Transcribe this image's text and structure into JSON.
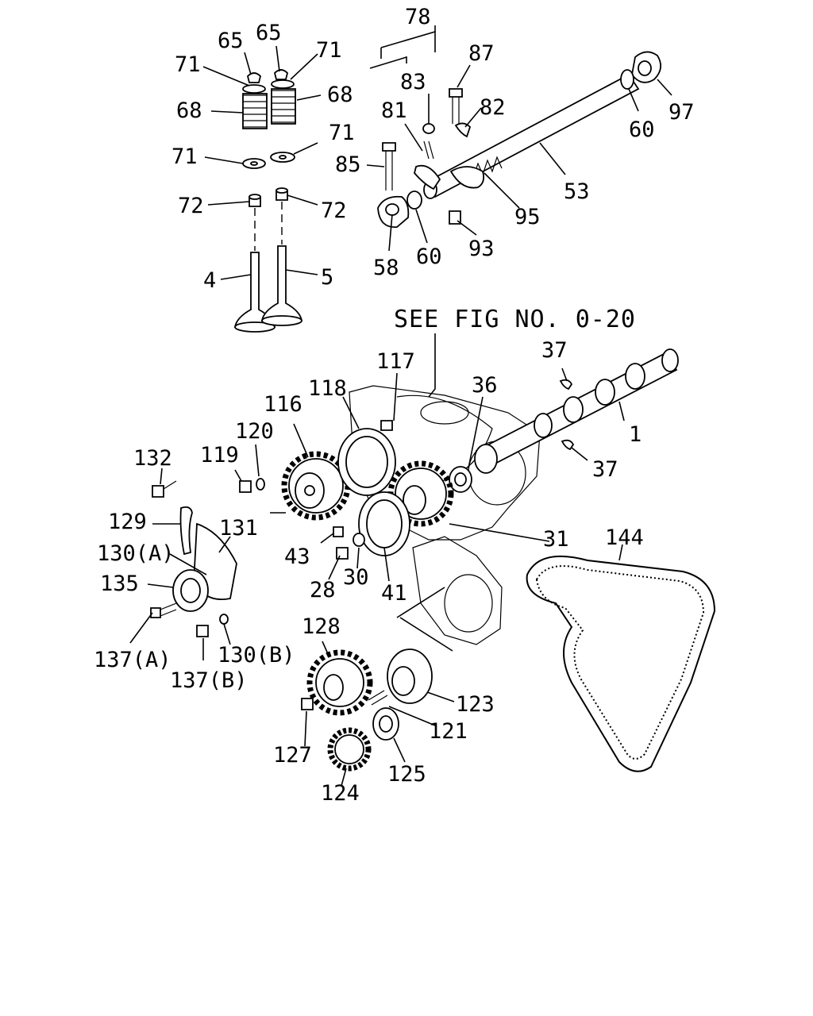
{
  "reference_note": "SEE FIG NO. 0-20",
  "callouts": {
    "c78": "78",
    "c65a": "65",
    "c65b": "65",
    "c71a": "71",
    "c71b": "71",
    "c68a": "68",
    "c68b": "68",
    "c71c": "71",
    "c71d": "71",
    "c72a": "72",
    "c72b": "72",
    "c4": "4",
    "c5": "5",
    "c83": "83",
    "c81": "81",
    "c87": "87",
    "c82": "82",
    "c85": "85",
    "c58": "58",
    "c60a": "60",
    "c93": "93",
    "c95": "95",
    "c53": "53",
    "c60b": "60",
    "c97": "97",
    "c37a": "37",
    "c36": "36",
    "c1": "1",
    "c37b": "37",
    "c117": "117",
    "c118": "118",
    "c116": "116",
    "c120": "120",
    "c119": "119",
    "c132": "132",
    "c129": "129",
    "c131": "131",
    "c130a": "130(A)",
    "c135": "135",
    "c137a": "137(A)",
    "c137b": "137(B)",
    "c130b": "130(B)",
    "c43": "43",
    "c28": "28",
    "c30": "30",
    "c41": "41",
    "c31": "31",
    "c144": "144",
    "c128": "128",
    "c123": "123",
    "c121": "121",
    "c127": "127",
    "c125": "125",
    "c124": "124"
  }
}
